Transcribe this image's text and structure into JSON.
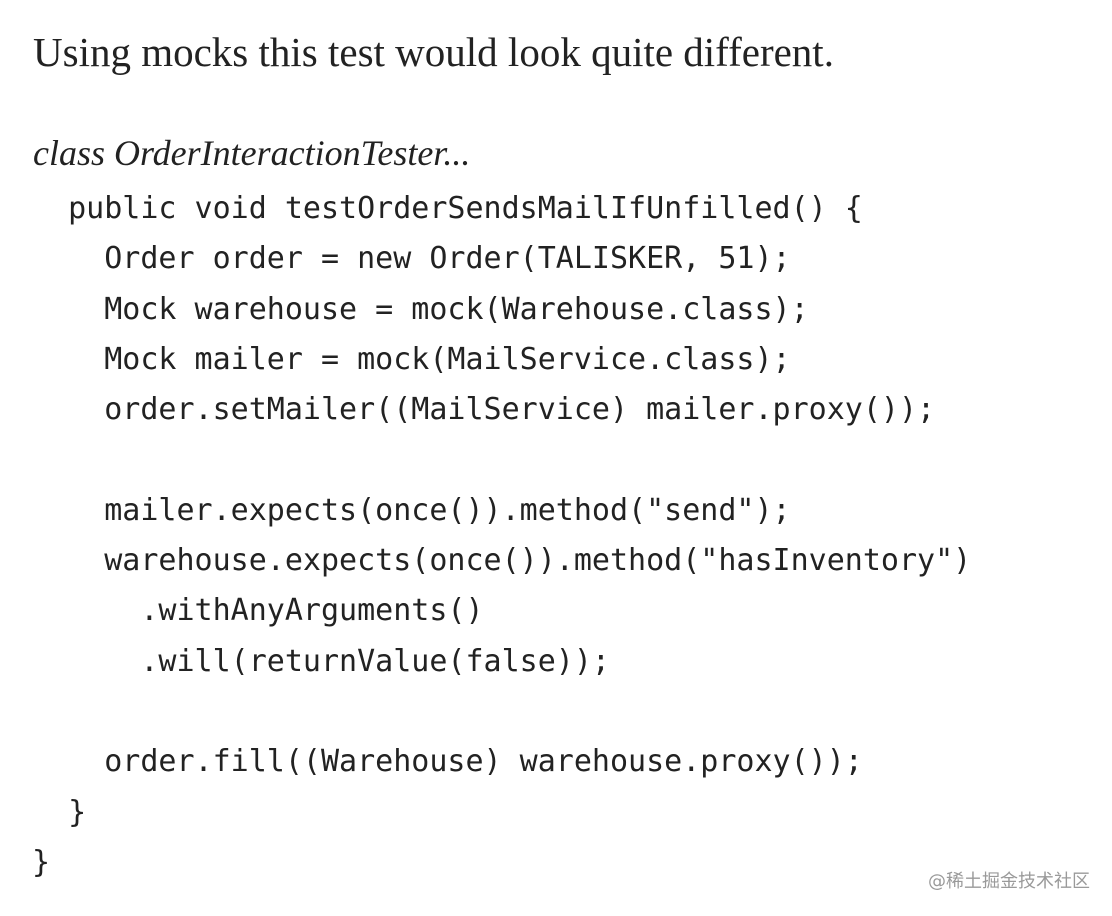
{
  "article": {
    "intro_text": "Using mocks this test would look quite different.",
    "class_label": "class OrderInteractionTester...",
    "code_lines": [
      "  public void testOrderSendsMailIfUnfilled() {",
      "    Order order = new Order(TALISKER, 51);",
      "    Mock warehouse = mock(Warehouse.class);",
      "    Mock mailer = mock(MailService.class);",
      "    order.setMailer((MailService) mailer.proxy());",
      "",
      "    mailer.expects(once()).method(\"send\");",
      "    warehouse.expects(once()).method(\"hasInventory\")",
      "      .withAnyArguments()",
      "      .will(returnValue(false));",
      "",
      "    order.fill((Warehouse) warehouse.proxy());",
      "  }",
      "}"
    ]
  },
  "watermark": {
    "text": "@稀土掘金技术社区"
  },
  "colors": {
    "text": "#222222",
    "background": "#ffffff",
    "watermark": "#9a9a9a"
  }
}
